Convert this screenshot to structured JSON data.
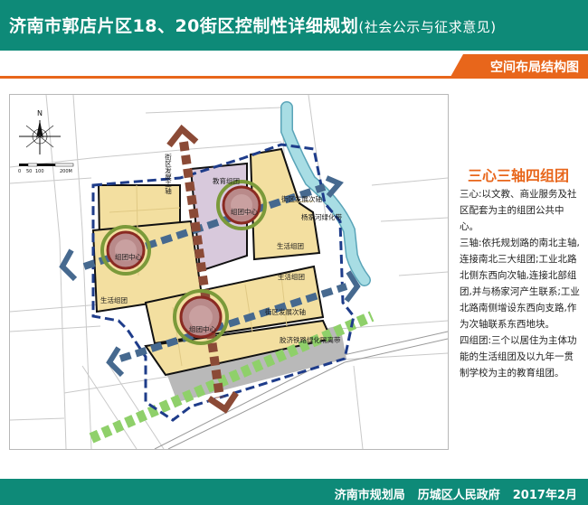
{
  "header": {
    "title": "济南市郭店片区18、20街区控制性详细规划",
    "subtitle": "(社会公示与征求意见)",
    "section_label": "空间布局结构图"
  },
  "colors": {
    "brand_teal": "#0e8a78",
    "accent_orange": "#e8661b",
    "block_fill": "#f3dfa0",
    "education_fill": "#d8c9dc",
    "axis_blue": "#46698f",
    "axis_brown": "#8b4a36",
    "boundary_navy": "#1e3c8a",
    "green_belt": "#8fd06a",
    "river": "#9fd8e0"
  },
  "map": {
    "north_label": "N",
    "scale_labels": [
      "0",
      "50",
      "100",
      "200M"
    ],
    "labels": {
      "main_axis": "街区发展主轴",
      "education_group": "教育组团",
      "group_center_north": "组团中心",
      "group_center_west": "组团中心",
      "group_center_south": "组团中心",
      "secondary_axis_north": "街区发展次轴",
      "secondary_axis_south": "街区发展次轴",
      "river_corridor": "杨家河绿化带",
      "living_group_north": "生活组团",
      "living_group_west": "生活组团",
      "living_group_south": "生活组团",
      "rail_green_belt": "胶济铁路绿化隔离带"
    }
  },
  "legend": {
    "title": "三心三轴四组团",
    "paragraphs": [
      "三心:以文教、商业服务及社区配套为主的组团公共中心。",
      "三轴:依托规划路的南北主轴,连接南北三大组团;工业北路北侧东西向次轴,连接北部组团,并与杨家河产生联系;工业北路南侧增设东西向支路,作为次轴联系东西地块。",
      "四组团:三个以居住为主体功能的生活组团及以九年一贯制学校为主的教育组团。"
    ]
  },
  "footer": {
    "org1": "济南市规划局",
    "org2": "历城区人民政府",
    "date": "2017年2月"
  }
}
